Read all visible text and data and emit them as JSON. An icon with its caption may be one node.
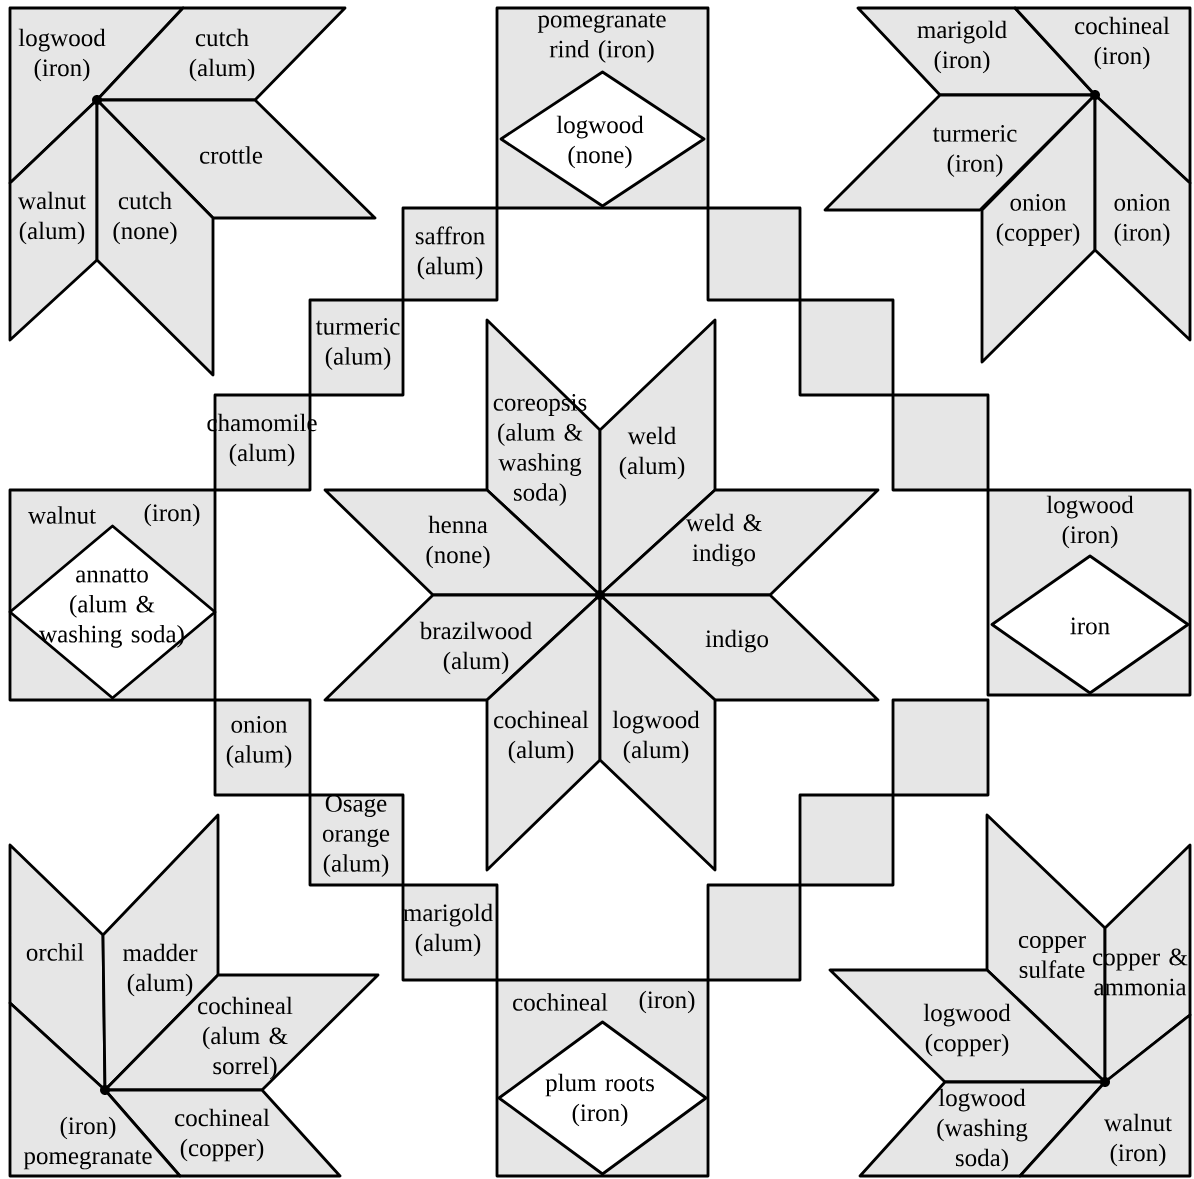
{
  "diagram": {
    "nodes": [
      {
        "text": [
          "logwood (iron)"
        ]
      },
      {
        "text": [
          "cutch (alum)"
        ]
      },
      {
        "text": [
          "crottle"
        ]
      },
      {
        "text": [
          "walnut (alum)"
        ]
      },
      {
        "text": [
          "cutch (none)"
        ]
      },
      {
        "text": [
          "pomegranate rind (iron)"
        ]
      },
      {
        "text": [
          "logwood (none)"
        ],
        "in": 5
      },
      {
        "text": [
          "marigold (iron)"
        ]
      },
      {
        "text": [
          "cochineal (iron)"
        ]
      },
      {
        "text": [
          "turmeric (iron)"
        ]
      },
      {
        "text": [
          "onion (copper)"
        ]
      },
      {
        "text": [
          "onion (iron)"
        ]
      },
      {
        "text": [
          "saffron (alum)"
        ]
      },
      {
        "text": [],
        "shape": "box"
      },
      {
        "text": [
          "turmeric (alum)"
        ]
      },
      {
        "text": [],
        "shape": "box"
      },
      {
        "text": [
          "chamomile (alum)"
        ]
      },
      {
        "text": [],
        "shape": "box"
      },
      {
        "text": [
          "coreopsis (alum & washing soda)"
        ]
      },
      {
        "text": [
          "weld (alum)"
        ]
      },
      {
        "text": [
          "walnut",
          "(iron)"
        ]
      },
      {
        "text": [
          "annatto (alum & washing soda)"
        ],
        "in": 20
      },
      {
        "text": [
          "logwood (iron)"
        ]
      },
      {
        "text": [
          "iron"
        ],
        "in": 22
      },
      {
        "text": [
          "henna (none)"
        ]
      },
      {
        "text": [
          "weld & indigo"
        ]
      },
      {
        "text": [
          "brazilwood (alum)"
        ]
      },
      {
        "text": [
          "indigo"
        ]
      },
      {
        "text": [
          "onion (alum)"
        ]
      },
      {
        "text": [],
        "shape": "box"
      },
      {
        "text": [
          "cochineal (alum)"
        ]
      },
      {
        "text": [
          "logwood (alum)"
        ]
      },
      {
        "text": [
          "Osage orange (alum)"
        ]
      },
      {
        "text": [],
        "shape": "box"
      },
      {
        "text": [
          "marigold (alum)"
        ]
      },
      {
        "text": [],
        "shape": "box"
      },
      {
        "text": [
          "orchil"
        ]
      },
      {
        "text": [
          "madder (alum)"
        ]
      },
      {
        "text": [
          "copper sulfate"
        ]
      },
      {
        "text": [
          "copper & ammonia"
        ]
      },
      {
        "text": [
          "cochineal (alum & sorrel)"
        ]
      },
      {
        "text": [
          "logwood (copper)"
        ]
      },
      {
        "text": [
          "cochineal (copper)"
        ]
      },
      {
        "text": [
          "cochineal",
          "(iron)"
        ]
      },
      {
        "text": [
          "plum roots (iron)"
        ],
        "in": 43
      },
      {
        "text": [
          "(iron) pomegranate"
        ]
      },
      {
        "text": [
          "logwood (washing soda)"
        ]
      },
      {
        "text": [
          "walnut (iron)"
        ]
      }
    ]
  }
}
